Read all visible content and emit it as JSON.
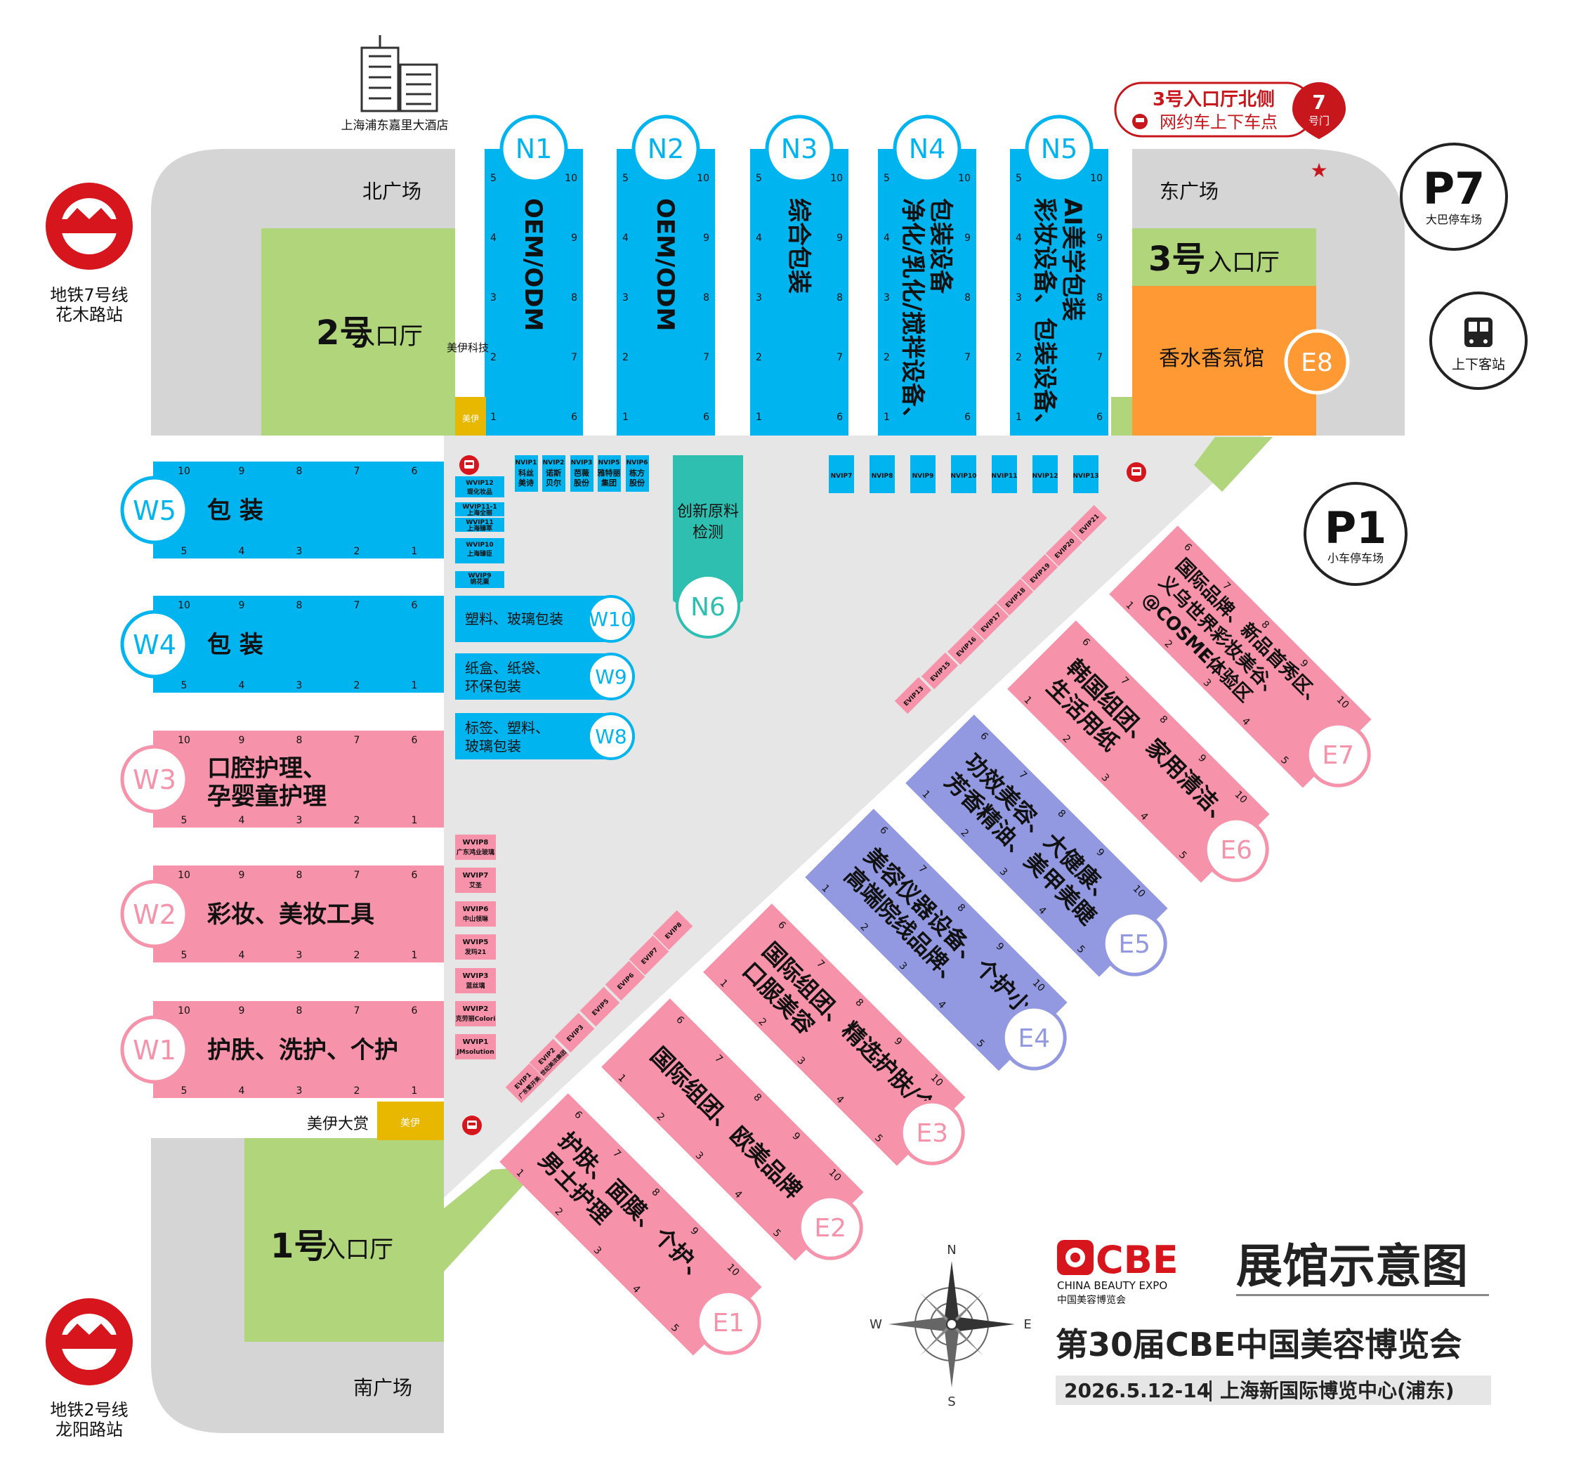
{
  "colors": {
    "blue": "#00b4ef",
    "pink": "#f692aa",
    "purple": "#9299e0",
    "orange": "#ff9933",
    "teal": "#2ebfb1",
    "green": "#b0d57a",
    "gray": "#d5d5d5",
    "hall_floor": "#e6e6e6",
    "red": "#d7151c",
    "dark_red": "#c8161d",
    "yellow": "#e8b800",
    "text": "#111111"
  },
  "landmarks": {
    "hotel_label": "上海浦东嘉里大酒店",
    "metro7_line": "地铁7号线",
    "metro7_station": "花木路站",
    "metro2_line": "地铁2号线",
    "metro2_station": "龙阳路站",
    "p7_code": "P7",
    "p7_label": "大巴停车场",
    "p1_code": "P1",
    "p1_label": "小车停车场",
    "bus_station_label": "上下客站",
    "gate3_line1": "3号入口厅北侧",
    "gate3_line2": "网约车上下车点",
    "gate7_number": "7",
    "gate7_label": "号门"
  },
  "plazas": {
    "north": "北广场",
    "east": "东广场",
    "south": "南广场"
  },
  "entrances": {
    "hall1_num": "1号",
    "hall1_text": "入口厅",
    "hall2_num": "2号",
    "hall2_text": "入口厅",
    "hall3_num": "3号",
    "hall3_text": "入口厅"
  },
  "sponsors": {
    "meiyi_tech": "美伊科技",
    "meiyi_award": "美伊大赏",
    "meiyi_logo_text": "美伊"
  },
  "north_halls": [
    {
      "code": "N1",
      "label": "OEM/ODM"
    },
    {
      "code": "N2",
      "label": "OEM/ODM"
    },
    {
      "code": "N3",
      "label": "综合包装"
    },
    {
      "code": "N4",
      "label": "包装设备\n净化/乳化/搅拌设备、"
    },
    {
      "code": "N5",
      "label": "AI美学包装\n彩妆设备、包装设备、"
    }
  ],
  "n6": {
    "code": "N6",
    "label1": "创新原料",
    "label2": "检测"
  },
  "west_halls": [
    {
      "code": "W5",
      "label1": "包 装",
      "label2": ""
    },
    {
      "code": "W4",
      "label1": "包 装",
      "label2": ""
    },
    {
      "code": "W3",
      "label1": "口腔护理、",
      "label2": "孕婴童护理"
    },
    {
      "code": "W2",
      "label1": "彩妆、美妆工具",
      "label2": ""
    },
    {
      "code": "W1",
      "label1": "护肤、洗护、个护",
      "label2": ""
    }
  ],
  "inner_halls": [
    {
      "code": "W10",
      "label1": "塑料、玻璃包装",
      "label2": ""
    },
    {
      "code": "W9",
      "label1": "纸盒、纸袋、",
      "label2": "环保包装"
    },
    {
      "code": "W8",
      "label1": "标签、塑料、",
      "label2": "玻璃包装"
    }
  ],
  "east_halls": [
    {
      "code": "E1",
      "label": "护肤、面膜、个护、\n男士护理"
    },
    {
      "code": "E2",
      "label": "国际组团、欧美品牌"
    },
    {
      "code": "E3",
      "label": "国际组团、精选护肤/个护、\n口服美容"
    },
    {
      "code": "E4",
      "label": "美容仪器设备、个护小家电\n高端院线品牌、"
    },
    {
      "code": "E5",
      "label": "功效美容、大健康、\n芳香精油、美甲美睫"
    },
    {
      "code": "E6",
      "label": "韩国组团、家用清洁、\n生活用纸"
    },
    {
      "code": "E7",
      "label": "国际品牌、新品首秀区、\n义乌世界彩妆美谷、\n@COSME体验区"
    }
  ],
  "e8": {
    "code": "E8",
    "label": "香水香氛馆"
  },
  "booth_numbers_top": [
    "10",
    "9",
    "8",
    "7",
    "6"
  ],
  "booth_numbers_bottom": [
    "5",
    "4",
    "3",
    "2",
    "1"
  ],
  "north_booth_left": [
    "5",
    "4",
    "3",
    "2",
    "1"
  ],
  "north_booth_right": [
    "10",
    "9",
    "8",
    "7",
    "6"
  ],
  "east_booth_top": [
    "6",
    "7",
    "8",
    "9",
    "10"
  ],
  "east_booth_bottom": [
    "1",
    "2",
    "3",
    "4",
    "5"
  ],
  "nvip": [
    {
      "code": "NVIP1",
      "name": "科丝\n美诗"
    },
    {
      "code": "NVIP2",
      "name": "诺斯\n贝尔"
    },
    {
      "code": "NVIP3",
      "name": "芭薇\n股份"
    },
    {
      "code": "NVIP5",
      "name": "雅特丽\n集团"
    },
    {
      "code": "NVIP6",
      "name": "栋方\n股份"
    },
    {
      "code": "NVIP7",
      "name": ""
    },
    {
      "code": "NVIP8",
      "name": ""
    },
    {
      "code": "NVIP9",
      "name": ""
    },
    {
      "code": "NVIP10",
      "name": ""
    },
    {
      "code": "NVIP11",
      "name": ""
    },
    {
      "code": "NVIP12",
      "name": ""
    },
    {
      "code": "NVIP13",
      "name": ""
    }
  ],
  "wvip": [
    {
      "code": "WVIP12",
      "name": "琨化妆品"
    },
    {
      "code": "WVIP11-1",
      "name": "上海全丽"
    },
    {
      "code": "WVIP11",
      "name": "上海臻萃"
    },
    {
      "code": "WVIP10",
      "name": "上海臻臣"
    },
    {
      "code": "WVIP9",
      "name": "姚花粟"
    },
    {
      "code": "WVIP8",
      "name": "广东鸿业玻璃"
    },
    {
      "code": "WVIP7",
      "name": "艾圣"
    },
    {
      "code": "WVIP6",
      "name": "中山领琳"
    },
    {
      "code": "WVIP5",
      "name": "发玛21"
    },
    {
      "code": "WVIP3",
      "name": "蓝丝璃"
    },
    {
      "code": "WVIP2",
      "name": "克劳丽Colori"
    },
    {
      "code": "WVIP1",
      "name": "JMsolution"
    }
  ],
  "evip_lower": [
    {
      "code": "EVIP1",
      "name": "广东繁开美"
    },
    {
      "code": "EVIP2",
      "name": "世纪美浓集团"
    },
    {
      "code": "EVIP3",
      "name": ""
    },
    {
      "code": "EVIP5",
      "name": ""
    },
    {
      "code": "EVIP6",
      "name": ""
    },
    {
      "code": "EVIP7",
      "name": ""
    },
    {
      "code": "EVIP8",
      "name": ""
    }
  ],
  "evip_upper": [
    "EVIP13",
    "EVIP15",
    "EVIP16",
    "EVIP17",
    "EVIP18",
    "EVIP19",
    "EVIP20",
    "EVIP21"
  ],
  "compass": {
    "n": "N",
    "s": "S",
    "e": "E",
    "w": "W"
  },
  "brand": {
    "logo_text": "CBE",
    "logo_sub_en": "CHINA BEAUTY EXPO",
    "logo_sub_cn": "中国美容博览会",
    "map_title": "展馆示意图",
    "expo_title": "第30届CBE中国美容博览会",
    "date": "2026.5.12-14",
    "venue": "上海新国际博览中心(浦东)"
  }
}
